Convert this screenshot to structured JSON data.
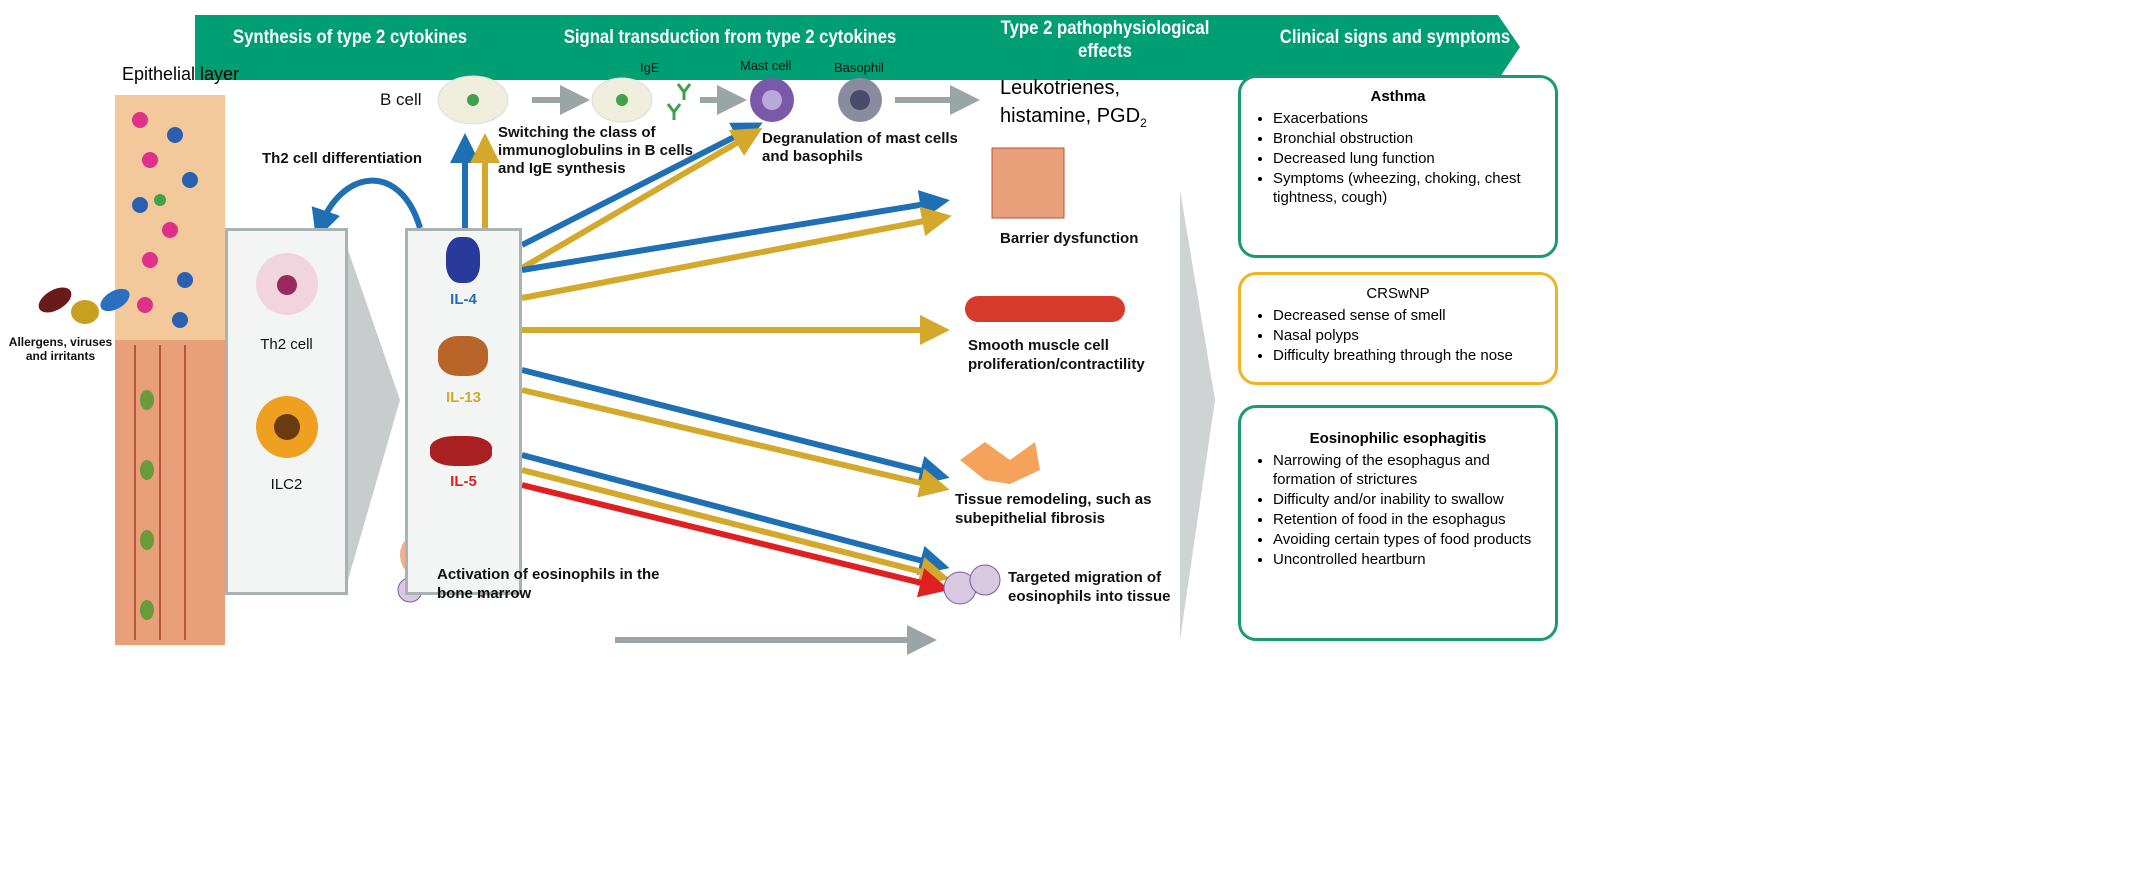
{
  "header": {
    "stages": [
      "Synthesis of type 2 cytokines",
      "Signal transduction from type 2 cytokines",
      "Type 2 pathophysiological effects",
      "Clinical signs and symptoms"
    ],
    "color": "#009e73"
  },
  "left": {
    "epithelial_label": "Epithelial layer",
    "allergens_label": "Allergens, viruses and irritants",
    "th2_diff_label": "Th2 cell differentiation",
    "th2_cell_label": "Th2 cell",
    "ilc2_label": "ILC2"
  },
  "cytokines": [
    {
      "label": "IL-4",
      "color": "#1f6fb5"
    },
    {
      "label": "IL-13",
      "color": "#d4a82a"
    },
    {
      "label": "IL-5",
      "color": "#e02020"
    }
  ],
  "top": {
    "b_cell": "B cell",
    "ige": "IgE",
    "mast_cell": "Mast cell",
    "basophil": "Basophil",
    "switching": "Switching the class of immunoglobulins in B cells and IgE synthesis",
    "degranulation": "Degranulation of mast cells and basophils",
    "mediators_line1": "Leukotrienes,",
    "mediators_line2": "histamine, PGD",
    "mediators_sub": "2"
  },
  "effects": {
    "barrier": "Barrier dysfunction",
    "smooth_muscle": "Smooth muscle cell proliferation/contractility",
    "remodeling": "Tissue remodeling, such as subepithelial fibrosis",
    "migration": "Targeted migration of eosinophils into tissue",
    "activation": "Activation of eosinophils in the bone marrow"
  },
  "clinical": [
    {
      "title": "Asthma",
      "border": "#1a9a6e",
      "items": [
        "Exacerbations",
        "Bronchial obstruction",
        "Decreased lung function",
        "Symptoms (wheezing, choking, chest tightness, cough)"
      ]
    },
    {
      "title": "CRSwNP",
      "border": "#f0b323",
      "items": [
        "Decreased sense of smell",
        "Nasal polyps",
        "Difficulty breathing through the nose"
      ]
    },
    {
      "title": "Eosinophilic esophagitis",
      "border": "#1a9a6e",
      "items": [
        "Narrowing of the esophagus and formation of strictures",
        "Difficulty and/or inability to swallow",
        "Retention of food in the esophagus",
        "Avoiding certain types of food products",
        "Uncontrolled heartburn"
      ]
    }
  ]
}
